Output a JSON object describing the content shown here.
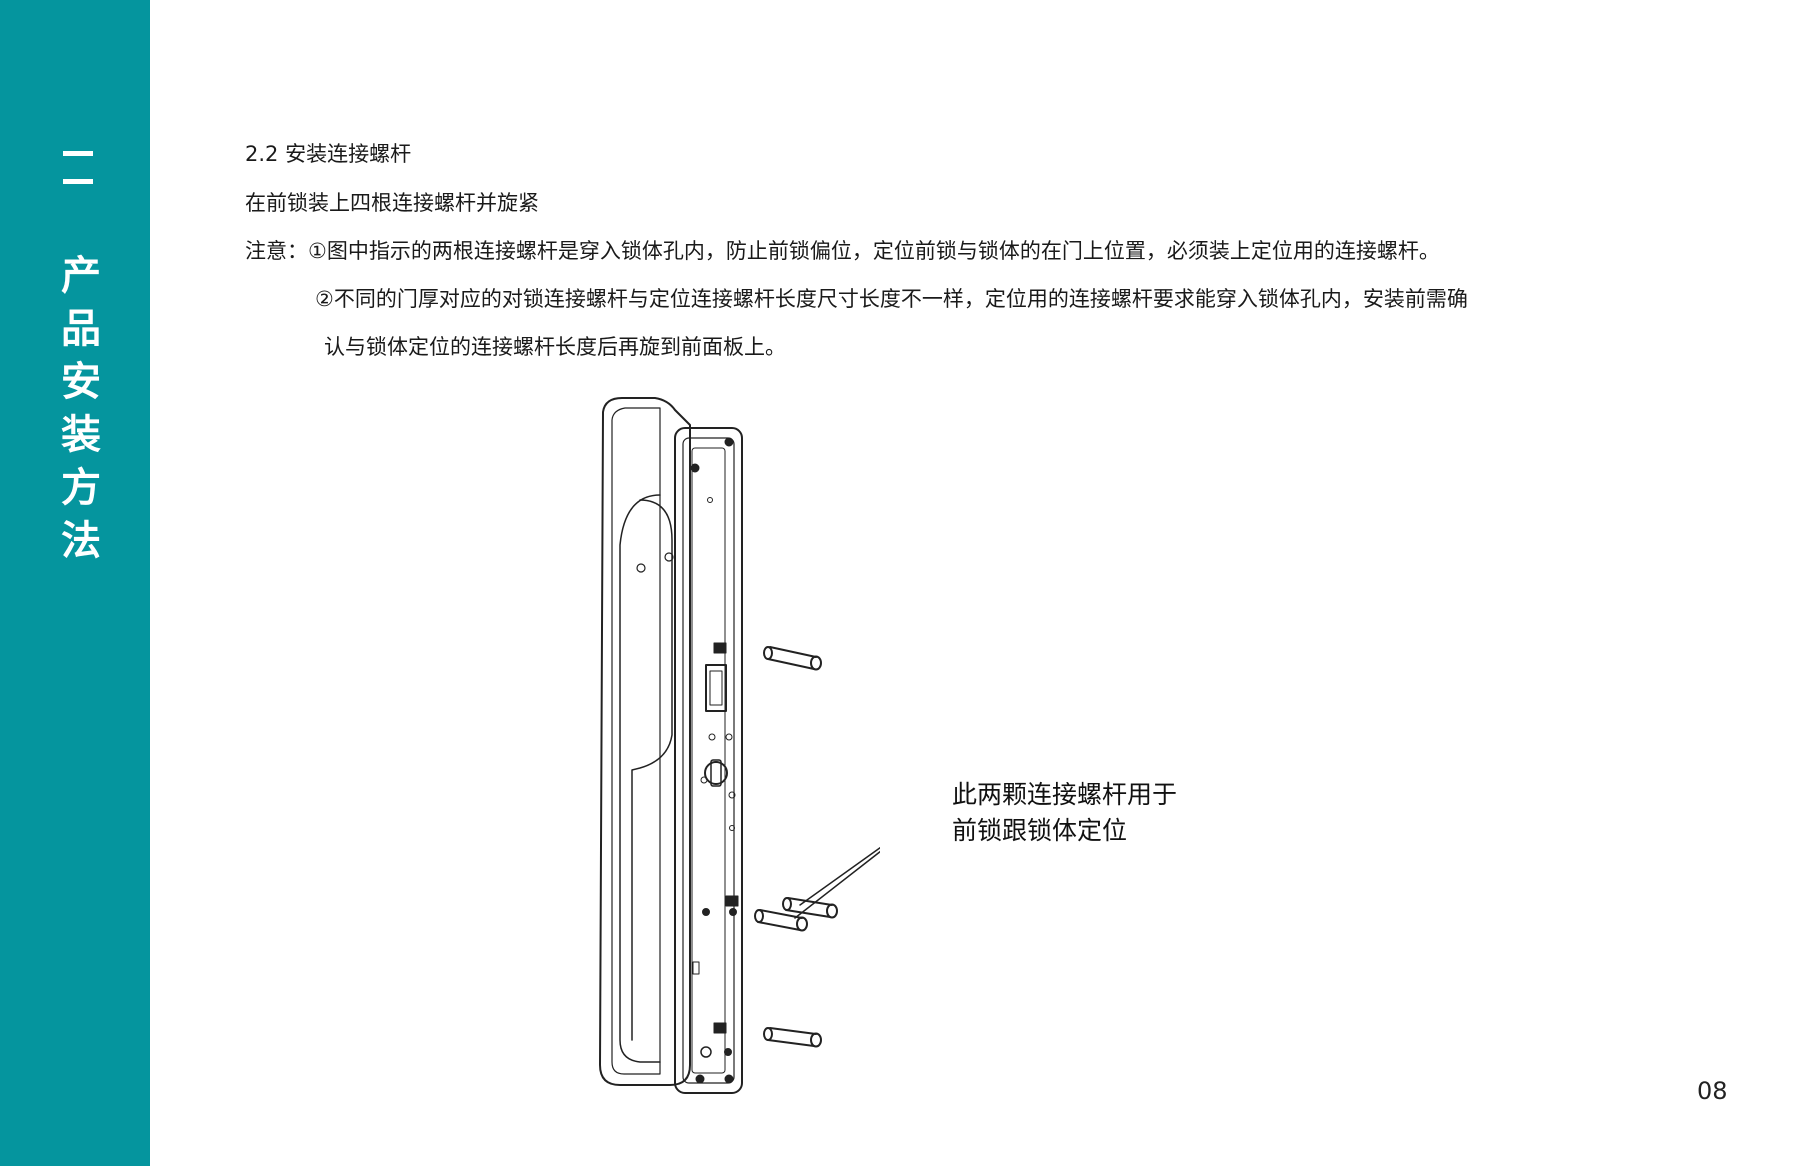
{
  "sidebar": {
    "chapter_title": "产品安装方法",
    "color": "#05959e"
  },
  "section": {
    "title": "2.2 安装连接螺杆",
    "intro": "在前锁装上四根连接螺杆并旋紧",
    "note1": "注意：①图中指示的两根连接螺杆是穿入锁体孔内，防止前锁偏位，定位前锁与锁体的在门上位置，必须装上定位用的连接螺杆。",
    "note2_line1": "②不同的门厚对应的对锁连接螺杆与定位连接螺杆长度尺寸长度不一样，定位用的连接螺杆要求能穿入锁体孔内，安装前需确",
    "note2_line2": "认与锁体定位的连接螺杆长度后再旋到前面板上。"
  },
  "diagram": {
    "callout_line1": "此两颗连接螺杆用于",
    "callout_line2": "前锁跟锁体定位"
  },
  "page_number": "08"
}
